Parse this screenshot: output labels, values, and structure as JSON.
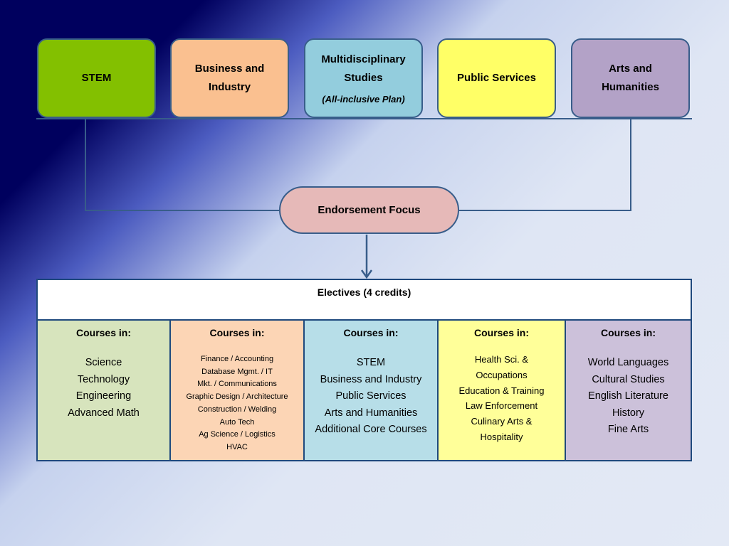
{
  "top_boxes": [
    {
      "label": "STEM",
      "color": "#83c000"
    },
    {
      "label": "Business and Industry",
      "color": "#fac090"
    },
    {
      "label": "Multidisciplinary Studies",
      "sublabel": "(All-inclusive Plan)",
      "color": "#93cddd"
    },
    {
      "label": "Public Services",
      "color": "#ffff66"
    },
    {
      "label": "Arts and Humanities",
      "color": "#b3a2c7"
    }
  ],
  "focus": {
    "label": "Endorsement Focus",
    "color": "#e6b9b8"
  },
  "electives": {
    "title": "Electives (4 credits)",
    "columns": [
      {
        "head": "Courses in:",
        "color": "#d7e4bd",
        "items": [
          "Science",
          "Technology",
          "Engineering",
          "Advanced Math"
        ]
      },
      {
        "head": "Courses in:",
        "color": "#fcd5b5",
        "items": [
          "Finance / Accounting",
          "Database Mgmt. / IT",
          "Mkt. / Communications",
          "Graphic Design / Architecture",
          "Construction / Welding",
          "Auto Tech",
          "Ag Science / Logistics",
          "HVAC"
        ]
      },
      {
        "head": "Courses in:",
        "color": "#b7dee8",
        "items": [
          "STEM",
          "Business and Industry",
          "Public Services",
          "Arts and Humanities",
          "Additional Core Courses"
        ]
      },
      {
        "head": "Courses in:",
        "color": "#ffff99",
        "items": [
          "Health Sci. &",
          "Occupations",
          "Education & Training",
          "Law Enforcement",
          "Culinary Arts &",
          "Hospitality"
        ]
      },
      {
        "head": "Courses in:",
        "color": "#ccc1da",
        "items": [
          "World Languages",
          "Cultural Studies",
          "English Literature",
          "History",
          "Fine Arts"
        ]
      }
    ]
  }
}
